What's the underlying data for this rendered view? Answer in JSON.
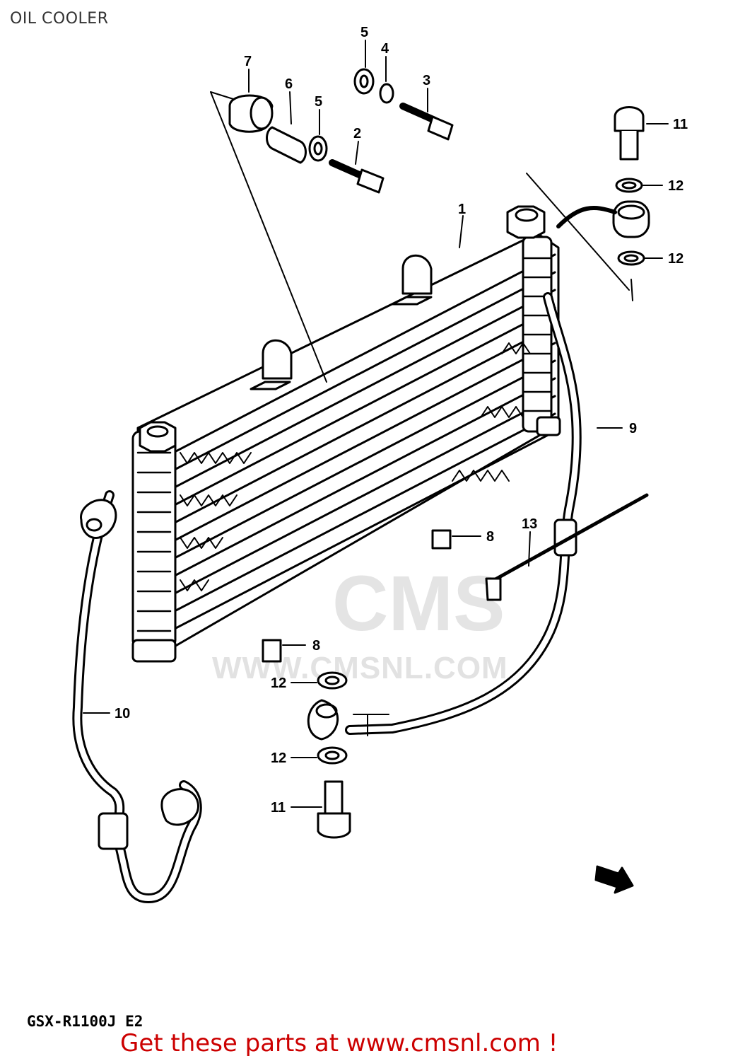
{
  "title": "OIL COOLER",
  "callouts": {
    "c1": "1",
    "c2": "2",
    "c3": "3",
    "c4": "4",
    "c5a": "5",
    "c5b": "5",
    "c6": "6",
    "c7": "7",
    "c8a": "8",
    "c8b": "8",
    "c9": "9",
    "c10": "10",
    "c11a": "11",
    "c11b": "11",
    "c12a": "12",
    "c12b": "12",
    "c12c": "12",
    "c12d": "12",
    "c13": "13"
  },
  "watermark": {
    "logo": "CMS",
    "url": "WWW.CMSNL.COM"
  },
  "model_code": "GSX-R1100J E2",
  "footer": "Get these parts at www.cmsnl.com !",
  "colors": {
    "footer": "#cc0000",
    "line": "#000000",
    "watermark": "#e2e2e2"
  }
}
